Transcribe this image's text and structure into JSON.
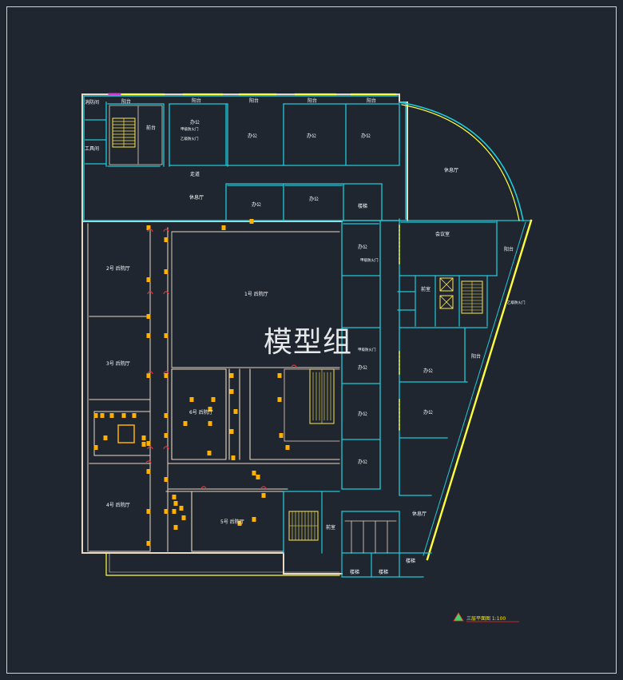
{
  "rooms": {
    "xiaofangshi": "消防间",
    "gongjujian": "工具间",
    "yangtai_1": "阳台",
    "yangtai_2": "阳台",
    "yangtai_3": "阳台",
    "yangtai_4": "阳台",
    "yangtai_5": "阳台",
    "yangtai_6": "阳台",
    "yangtai_7": "阳台",
    "qiantai": "前台",
    "zoudao": "走道",
    "xiuxiting_top": "休息厅",
    "xiuxiting_left": "休息厅",
    "xiuxiting_bottom": "休息厅",
    "bangong_1": "办公",
    "bangong_2": "办公",
    "bangong_3": "办公",
    "bangong_4": "办公",
    "bangong_5": "办公",
    "bangong_6": "办公",
    "bangong_7": "办公",
    "bangong_8": "办公",
    "bangong_9": "办公",
    "bangong_10": "办公",
    "bangong_11": "办公",
    "bangong_12": "办公",
    "lou_ti": "楼梯",
    "huiyishi": "会议室",
    "qianshi_1": "前室",
    "qianshi_2": "前室",
    "hall_1": "1号 后院厅",
    "hall_2": "2号 后院厅",
    "hall_3": "3号 后院厅",
    "hall_4": "4号 后院厅",
    "hall_5": "5号 后院厅",
    "hall_6": "6号 后院厅",
    "louti_b1": "楼梯",
    "louti_b2": "楼梯",
    "louti_b3": "楼梯",
    "fireproof_1": "甲级防火门",
    "fireproof_2": "乙级防火门",
    "fireproof_3": "甲级防火门",
    "fireproof_4": "乙级防火门",
    "fireproof_5": "甲级防火门"
  },
  "watermark": "模型组",
  "legend": "三层平面图  1:100",
  "colors": {
    "background": "#1f2630",
    "wall": "#20c9d8",
    "wall_inner": "#e9d8c4",
    "window": "#ffff3c",
    "column": "#ffb000",
    "door": "#ff2a2a",
    "stair": "#ffe650",
    "green": "#38d66b"
  }
}
